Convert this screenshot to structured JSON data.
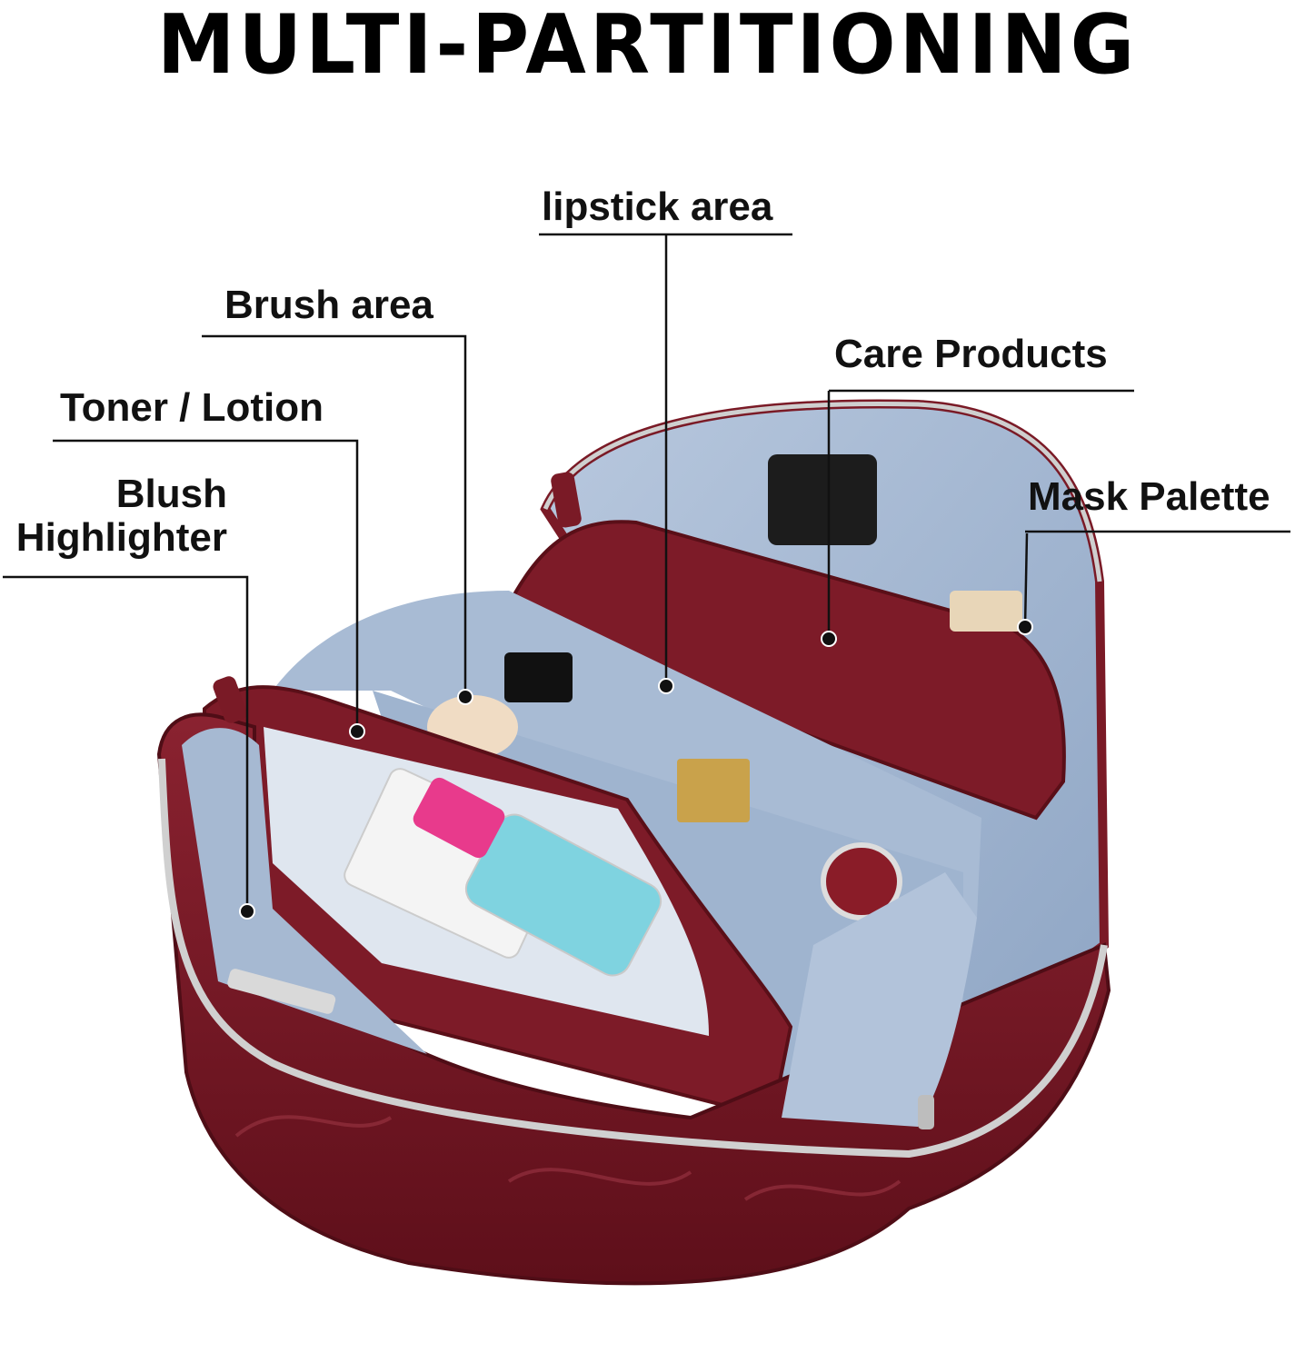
{
  "title": "MULTI-PARTITIONING",
  "callouts": {
    "lipstick": "lipstick area",
    "brush": "Brush area",
    "care": "Care Products",
    "toner": "Toner / Lotion",
    "mask": "Mask Palette",
    "blush_line1": "Blush",
    "blush_line2": "Highlighter"
  },
  "colors": {
    "bag": "#7a1a26",
    "lining": "#a9bdd6",
    "zipper": "#c8c8c8"
  }
}
